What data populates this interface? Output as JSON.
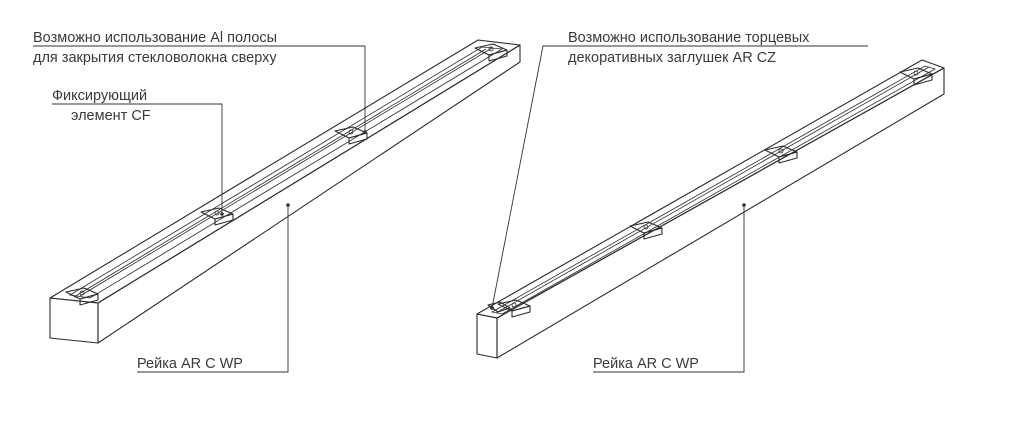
{
  "labels": {
    "al_strip_line1": "Возможно использование Al полосы",
    "al_strip_line2": "для закрытия стекловолокна сверху",
    "fixing_line1": "Фиксирующий",
    "fixing_line2": "элемент CF",
    "rail_left": "Рейка AR C WP",
    "end_caps_line1": "Возможно использование торцевых",
    "end_caps_line2": "декоративных заглушек AR CZ",
    "rail_right": "Рейка AR C WP"
  },
  "colors": {
    "line": "#2b2b2b",
    "text": "#3a3a3a",
    "texture_fill": "#f1f1f1",
    "texture_dot": "#c9c9c9"
  }
}
